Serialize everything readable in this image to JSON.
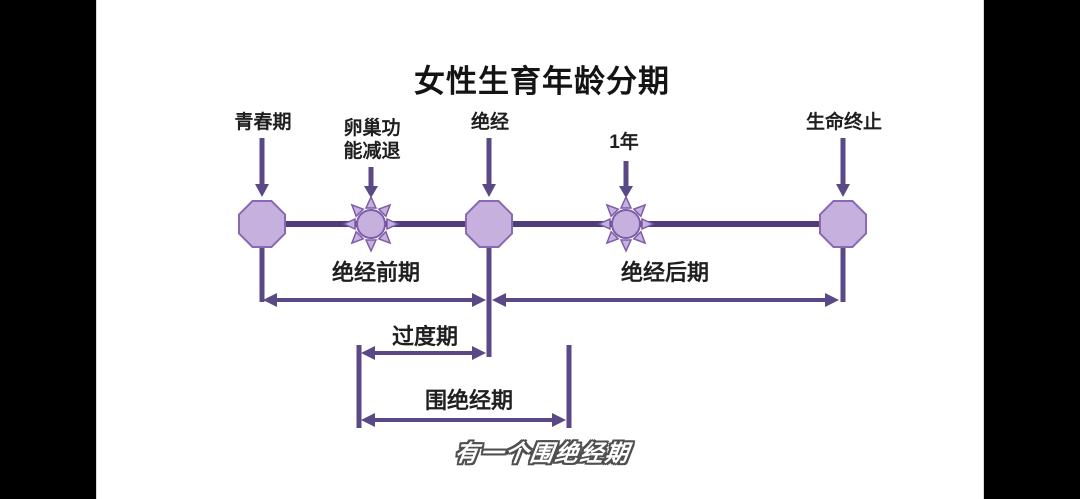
{
  "title": "女性生育年龄分期",
  "milestones": [
    {
      "label": "青春期",
      "shape": "octagon"
    },
    {
      "label": "卵巢功能减退",
      "line1": "卵巢功",
      "line2": "能减退",
      "shape": "sun"
    },
    {
      "label": "绝经",
      "shape": "octagon"
    },
    {
      "label": "1年",
      "shape": "sun"
    },
    {
      "label": "生命终止",
      "shape": "octagon"
    }
  ],
  "periods": {
    "premenopause": "绝经前期",
    "postmenopause": "绝经后期",
    "transition": "过度期",
    "perimenopause": "围绝经期"
  },
  "caption": "有一个围绝经期",
  "colors": {
    "shape_fill": "#c6b0dd",
    "shape_stroke": "#7d5ca8",
    "timeline_line": "#4e3c7d",
    "arrow": "#5b4886",
    "text": "#1f1f1f",
    "slide_background": "#ffffff",
    "pillarbox": "#000000",
    "caption_fill": "#ffffff",
    "caption_outline": "#4f4f4f"
  }
}
